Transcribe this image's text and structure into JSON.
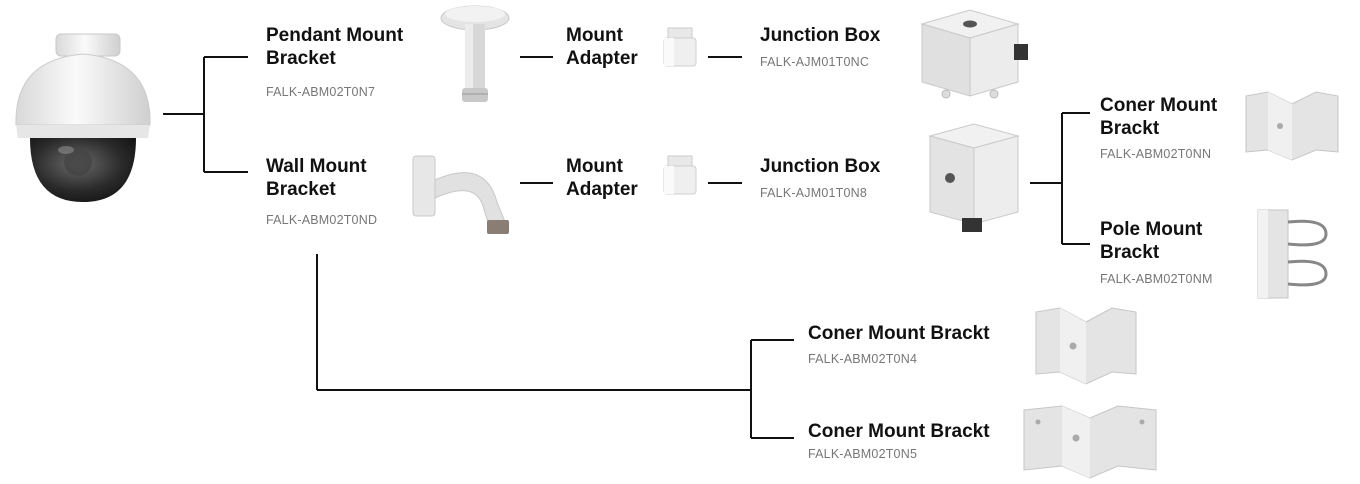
{
  "camera": {
    "icon": "dome-camera-icon"
  },
  "items": {
    "pendant_bracket": {
      "name_line1": "Pendant Mount",
      "name_line2": "Bracket",
      "code": "FALK-ABM02T0N7",
      "icon": "pendant-bracket-icon"
    },
    "mount_adapter_1": {
      "name_line1": "Mount",
      "name_line2": "Adapter",
      "icon": "mount-adapter-icon"
    },
    "junction_box_1": {
      "name": "Junction Box",
      "code": "FALK-AJM01T0NC",
      "icon": "junction-box-icon"
    },
    "wall_bracket": {
      "name_line1": "Wall Mount",
      "name_line2": "Bracket",
      "code": "FALK-ABM02T0ND",
      "icon": "wall-bracket-icon"
    },
    "mount_adapter_2": {
      "name_line1": "Mount",
      "name_line2": "Adapter",
      "icon": "mount-adapter-icon"
    },
    "junction_box_2": {
      "name": "Junction Box",
      "code": "FALK-AJM01T0N8",
      "icon": "junction-box-icon"
    },
    "corner_bracket_1": {
      "name_line1": "Coner Mount",
      "name_line2": "Brackt",
      "code": "FALK-ABM02T0NN",
      "icon": "corner-bracket-icon"
    },
    "pole_bracket": {
      "name_line1": "Pole Mount",
      "name_line2": "Brackt",
      "code": "FALK-ABM02T0NM",
      "icon": "pole-bracket-icon"
    },
    "corner_bracket_2": {
      "name": "Coner Mount Brackt",
      "code": "FALK-ABM02T0N4",
      "icon": "corner-bracket-icon"
    },
    "corner_bracket_3": {
      "name": "Coner Mount Brackt",
      "code": "FALK-ABM02T0N5",
      "icon": "corner-bracket-wide-icon"
    }
  }
}
